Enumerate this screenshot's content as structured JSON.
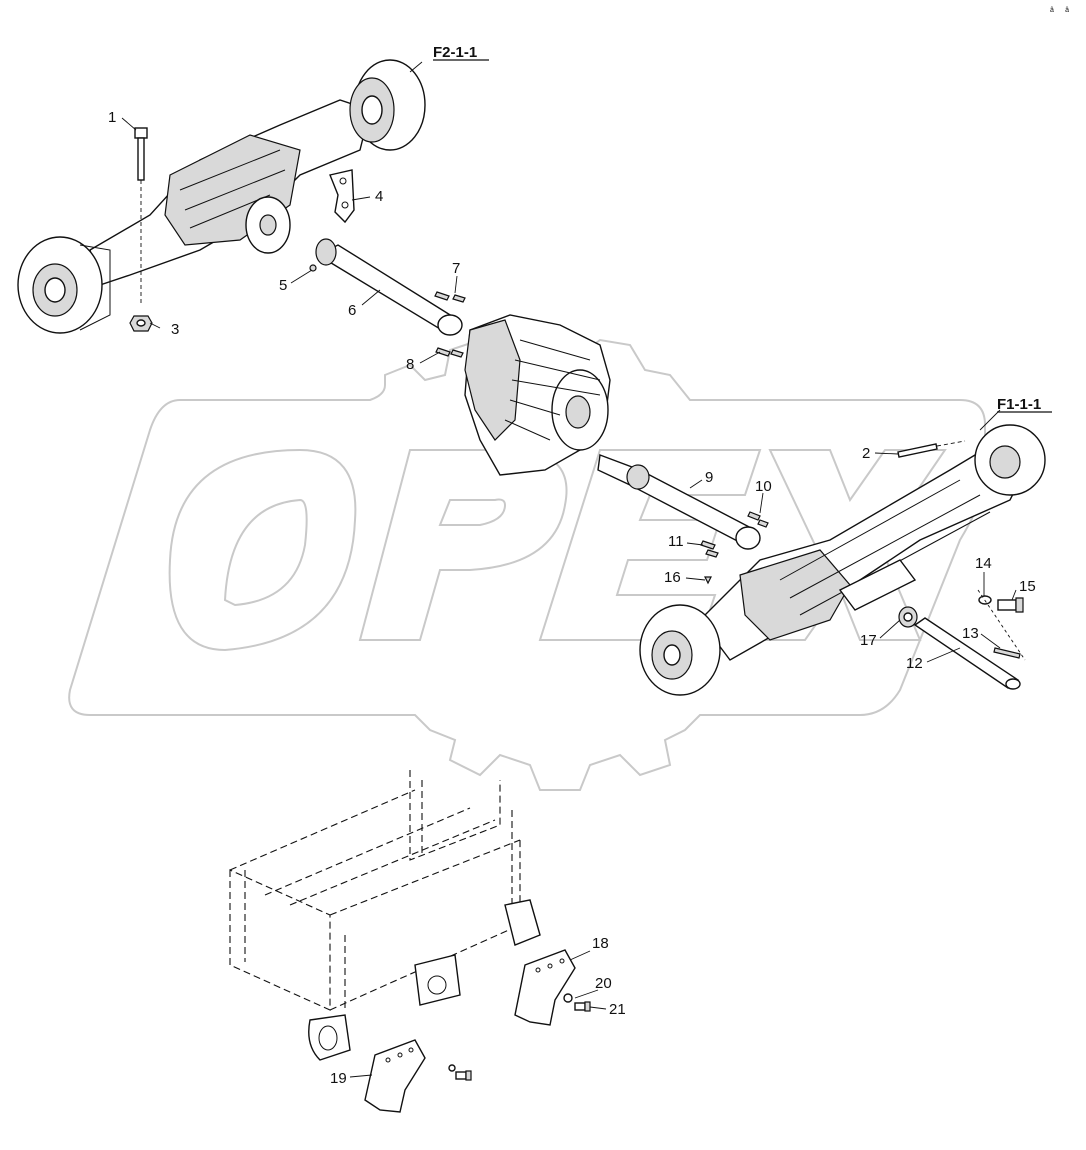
{
  "corner_mark": "ââ",
  "watermark": "OPEX",
  "references": {
    "rear_axle": "F2-1-1",
    "front_axle": "F1-1-1"
  },
  "callouts": [
    "1",
    "2",
    "3",
    "4",
    "5",
    "6",
    "7",
    "8",
    "9",
    "10",
    "11",
    "12",
    "13",
    "14",
    "15",
    "16",
    "17",
    "18",
    "19",
    "20",
    "21"
  ]
}
